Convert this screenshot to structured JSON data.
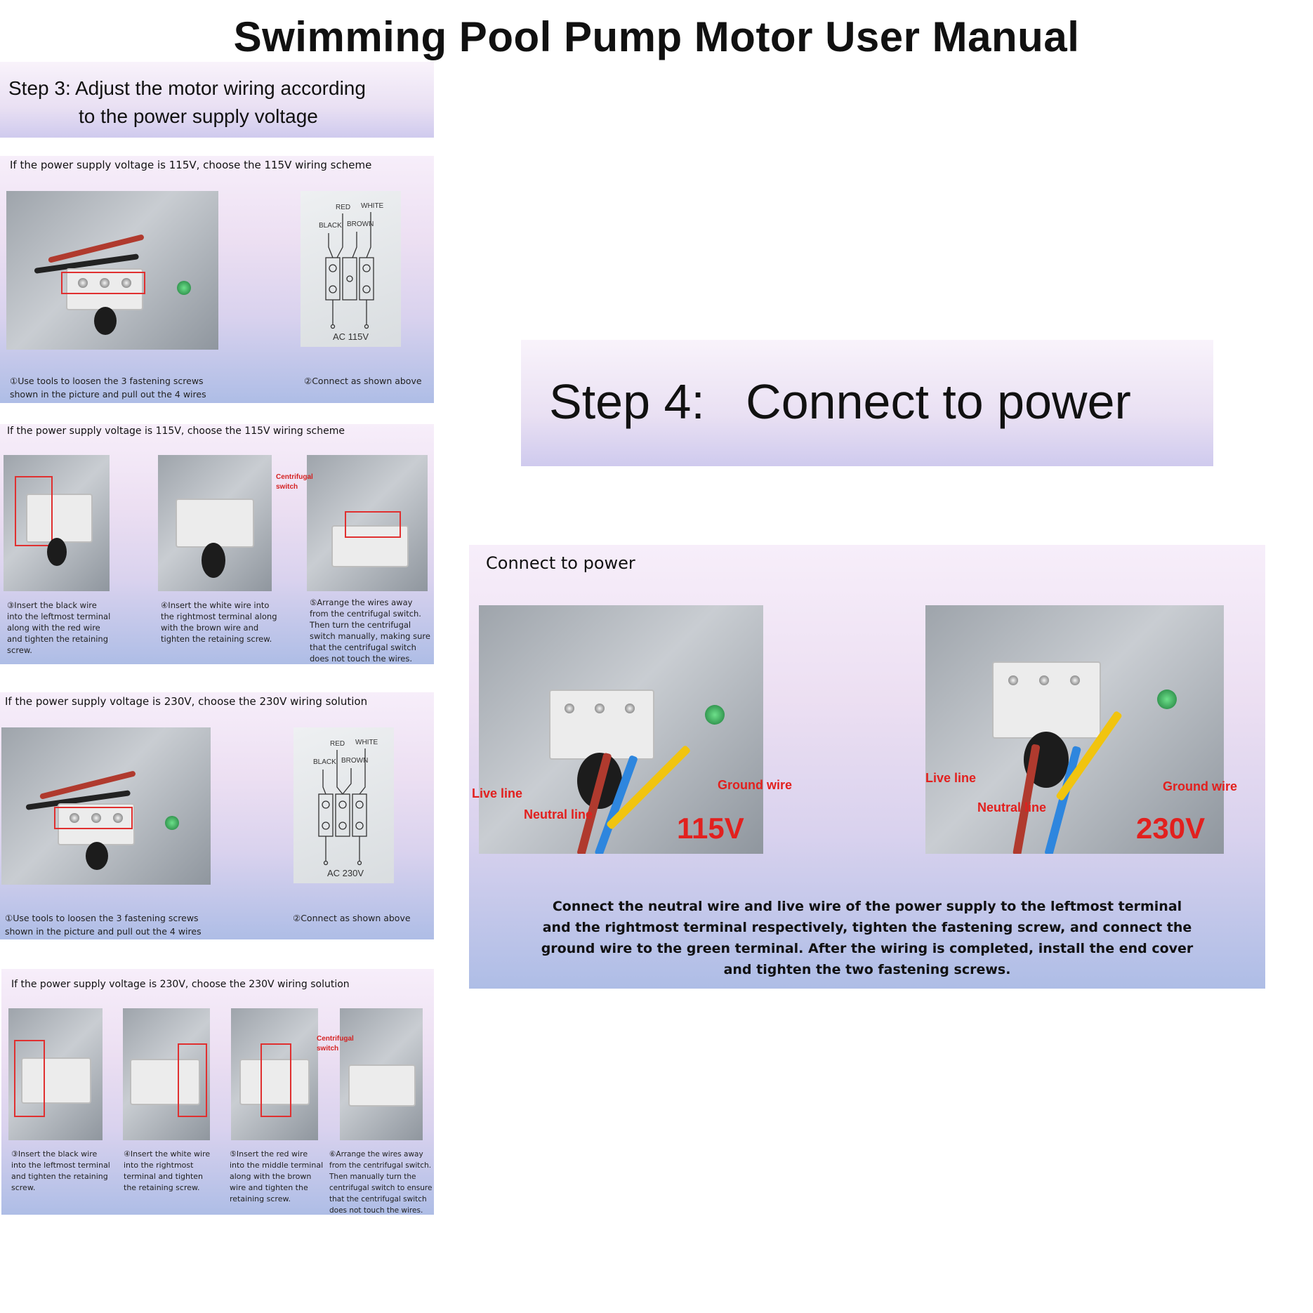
{
  "title": "Swimming Pool Pump Motor User Manual",
  "step3": {
    "heading_line1": "Step 3:  Adjust the motor wiring according",
    "heading_line2": "to the power supply voltage"
  },
  "panel_115_a": {
    "caption": "If the power supply voltage is 115V, choose the 115V wiring scheme",
    "step1_line1": "①Use tools to loosen the 3 fastening screws",
    "step1_line2": "shown in the picture and pull out the 4 wires",
    "step2": "②Connect as shown above",
    "diagram": {
      "red": "RED",
      "white": "WHITE",
      "black": "BLACK",
      "brown": "BROWN",
      "ac": "AC  115V"
    }
  },
  "panel_115_b": {
    "caption": "If the power supply voltage is 115V, choose the 115V wiring scheme",
    "centrifugal_line1": "Centrifugal",
    "centrifugal_line2": "switch",
    "steps": [
      {
        "lines": [
          "③Insert the black wire",
          "into the leftmost terminal",
          "along with the red wire",
          "and tighten the retaining",
          "screw."
        ]
      },
      {
        "lines": [
          "④Insert the white wire into",
          "the rightmost terminal along",
          "with the brown wire and",
          "tighten the retaining screw."
        ]
      },
      {
        "lines": [
          "⑤Arrange the wires away",
          "from the centrifugal switch.",
          "Then turn the centrifugal",
          "switch manually, making sure",
          "that the centrifugal switch",
          "does not touch the wires."
        ]
      }
    ]
  },
  "panel_230_a": {
    "caption": "If the power supply voltage is 230V, choose the 230V wiring solution",
    "step1_line1": "①Use tools to loosen the 3 fastening screws",
    "step1_line2": "shown in the picture and pull out the 4 wires",
    "step2": "②Connect as shown above",
    "diagram": {
      "red": "RED",
      "white": "WHITE",
      "black": "BLACK",
      "brown": "BROWN",
      "ac": "AC  230V"
    }
  },
  "panel_230_b": {
    "caption": "If the power supply voltage is 230V, choose the 230V wiring solution",
    "centrifugal_line1": "Centrifugal",
    "centrifugal_line2": "switch",
    "steps": [
      {
        "lines": [
          "③Insert the black wire",
          "into the leftmost terminal",
          "and tighten the retaining",
          "screw."
        ]
      },
      {
        "lines": [
          "④Insert the white wire",
          "into the rightmost",
          "terminal and tighten",
          "the retaining screw."
        ]
      },
      {
        "lines": [
          "⑤Insert the red wire",
          "into the middle terminal",
          "along with the brown",
          "wire and tighten the",
          "retaining screw."
        ]
      },
      {
        "lines": [
          "⑥Arrange the wires away",
          "from the centrifugal switch.",
          "Then manually turn the",
          "centrifugal switch to ensure",
          "that the centrifugal switch",
          "does not touch the wires."
        ]
      }
    ]
  },
  "step4": {
    "heading": "Step 4:   Connect to power"
  },
  "connect_panel": {
    "caption": "Connect to power",
    "live": "Live line",
    "neutral": "Neutral line",
    "ground": "Ground wire",
    "volt_115": "115V",
    "volt_230": "230V",
    "desc_lines": [
      "Connect the neutral wire and live wire of the power supply to the leftmost terminal",
      "and the rightmost terminal respectively, tighten the fastening screw, and connect the",
      "ground wire to the green terminal. After the wiring is completed, install the end cover",
      "and tighten the two fastening screws."
    ]
  },
  "colors": {
    "annotation_red": "#e2201e",
    "wire_red": "#c0392b",
    "wire_blue": "#2e86de",
    "wire_yellow": "#f1c40f"
  }
}
